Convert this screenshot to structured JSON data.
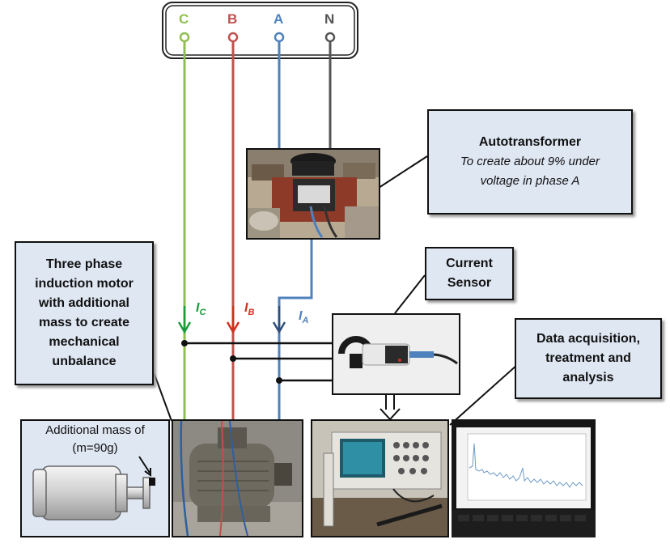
{
  "supply": {
    "phases": [
      {
        "label": "C",
        "color": "#8fbf4f"
      },
      {
        "label": "B",
        "color": "#c0504d"
      },
      {
        "label": "A",
        "color": "#4f81bd"
      },
      {
        "label": "N",
        "color": "#555555"
      }
    ]
  },
  "currents": {
    "c": {
      "symbol": "I",
      "sub": "C",
      "color": "#1c9a3c"
    },
    "b": {
      "symbol": "I",
      "sub": "B",
      "color": "#d03020"
    },
    "a": {
      "symbol": "I",
      "sub": "A",
      "color": "#4f81bd"
    }
  },
  "callouts": {
    "autotransformer": {
      "title": "Autotransformer",
      "line1": "To create about 9% under",
      "line2": "voltage in phase A"
    },
    "motor": {
      "lines": [
        "Three phase",
        "induction motor",
        "with additional",
        "mass to create",
        "mechanical",
        "unbalance"
      ]
    },
    "sensor": {
      "lines": [
        "Current",
        "Sensor"
      ]
    },
    "daq": {
      "lines": [
        "Data acquisition,",
        "treatment and",
        "analysis"
      ]
    }
  },
  "mass": {
    "line1": "Additional mass of",
    "line2": "(m=90g)"
  }
}
